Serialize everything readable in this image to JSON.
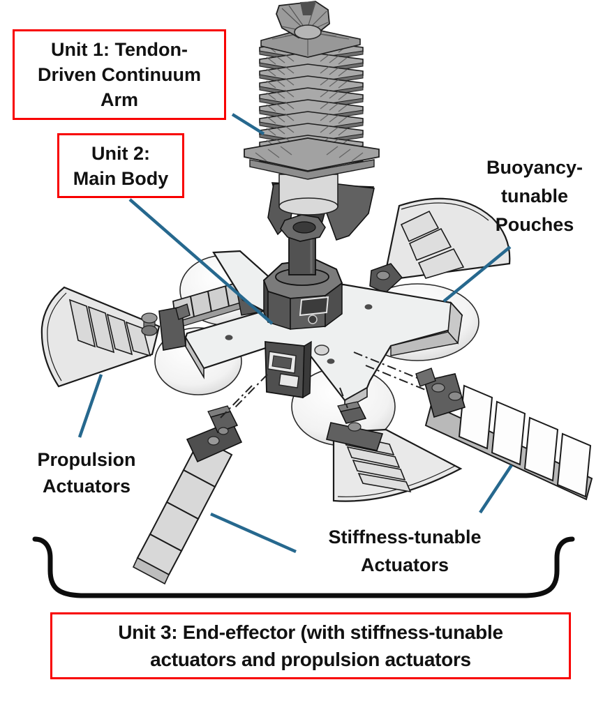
{
  "figure": {
    "title": "Modular underwater robot diagram",
    "callouts": {
      "unit1": {
        "boxed": true,
        "lines": [
          "Unit 1: Tendon-",
          "Driven Continuum",
          "Arm"
        ]
      },
      "unit2": {
        "boxed": true,
        "lines": [
          "Unit 2:",
          "Main Body"
        ]
      },
      "buoyancy": {
        "boxed": false,
        "lines": [
          "Buoyancy-",
          "tunable",
          "Pouches"
        ]
      },
      "propulsion": {
        "boxed": false,
        "lines": [
          "Propulsion",
          "Actuators"
        ]
      },
      "stiffness": {
        "boxed": false,
        "lines": [
          "Stiffness-tunable",
          "Actuators"
        ]
      },
      "unit3": {
        "boxed": true,
        "lines": [
          "Unit 3: End-effector (with stiffness-tunable",
          "actuators and propulsion actuators"
        ]
      }
    },
    "colors": {
      "callout_border_red": "#f80000",
      "leader_line_blue": "#26688e",
      "text": "#111111",
      "outline": "#1a1a1a",
      "brace_black": "#0d0d0d"
    }
  }
}
